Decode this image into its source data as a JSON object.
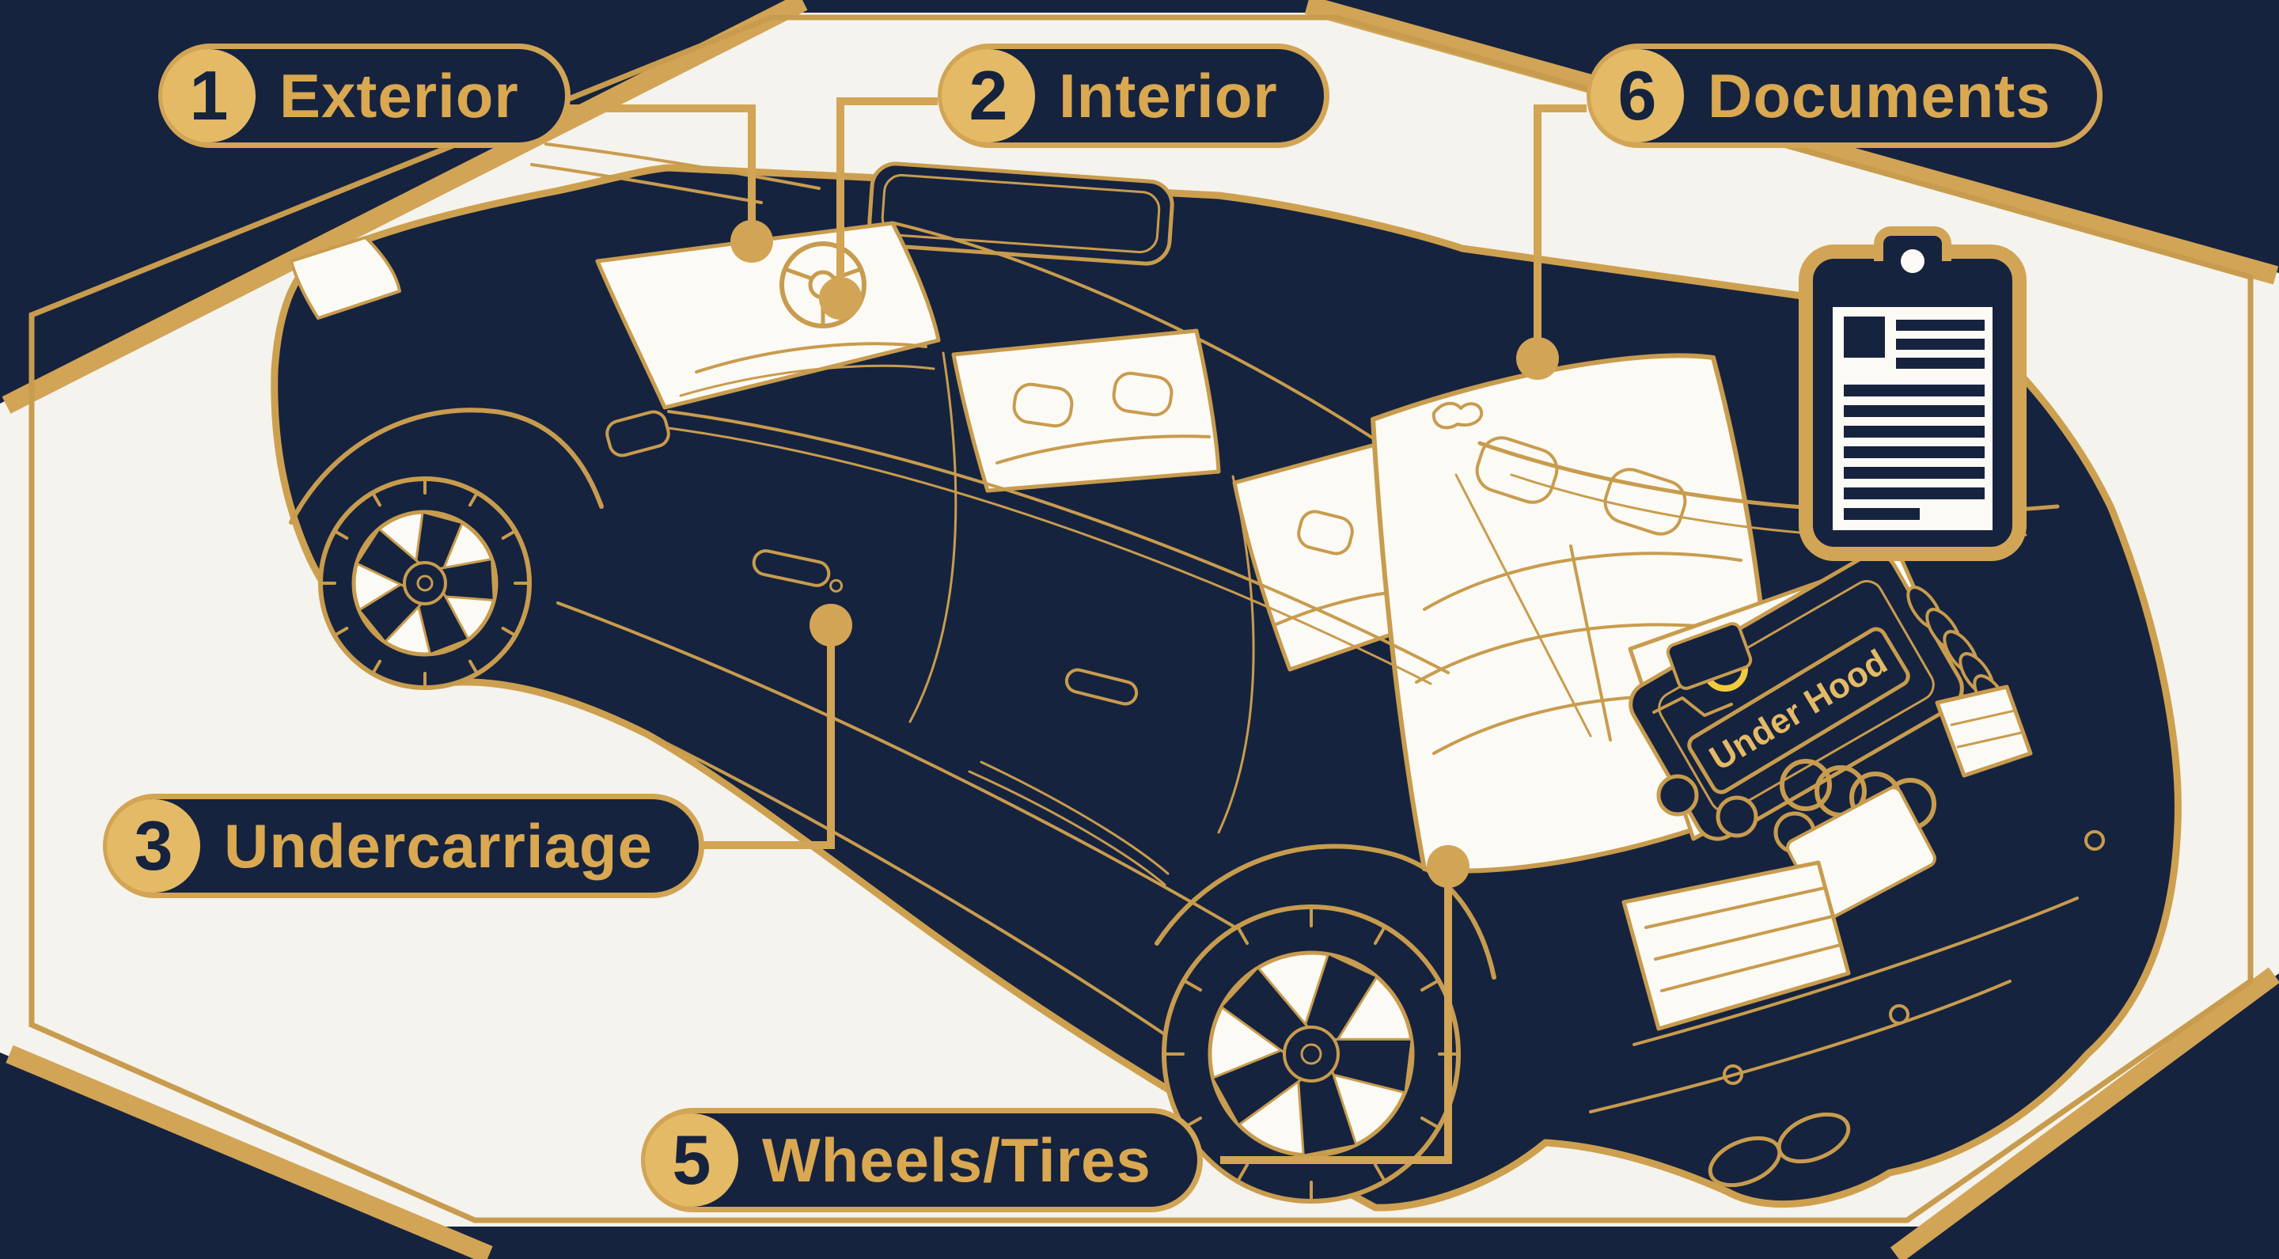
{
  "diagram_title": "vehicle-inspection-zones",
  "palette": {
    "navy": "#16233E",
    "gold": "#D2A455",
    "gold_line": "#C89C4E",
    "gold_disc": "#E4BA66",
    "gold_text": "#D9A850",
    "paper": "#F5F3ED",
    "glass_white": "#FCFAF5",
    "accent_yellow": "#F1CB3E"
  },
  "badges": [
    {
      "id": "exterior",
      "number": "1",
      "label": "Exterior"
    },
    {
      "id": "interior",
      "number": "2",
      "label": "Interior"
    },
    {
      "id": "documents",
      "number": "6",
      "label": "Documents"
    },
    {
      "id": "undercarriage",
      "number": "3",
      "label": "Undercarriage"
    },
    {
      "id": "wheels_tires",
      "number": "5",
      "label": "Wheels/Tires"
    }
  ],
  "engine_plate": {
    "label": "Under Hood"
  },
  "icons": [
    {
      "name": "clipboard-document-icon"
    },
    {
      "name": "brand-rings-icon"
    },
    {
      "name": "steering-wheel-icon"
    }
  ]
}
